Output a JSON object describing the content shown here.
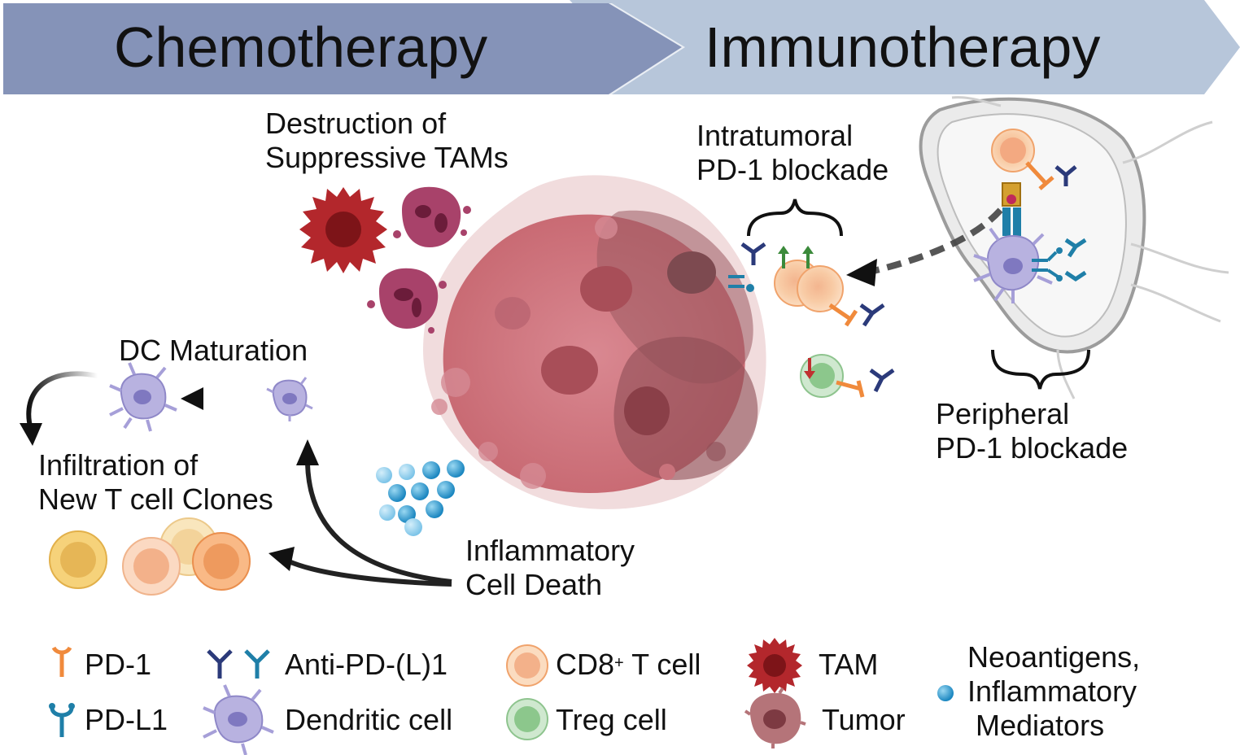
{
  "banner": {
    "chemo_label": "Chemotherapy",
    "immuno_label": "Immunotherapy",
    "chemo_color": "#8593b8",
    "immuno_color": "#b7c6da"
  },
  "labels": {
    "tam_destruction": [
      "Destruction of",
      "Suppressive TAMs"
    ],
    "intratumoral": [
      "Intratumoral",
      "PD-1 blockade"
    ],
    "peripheral": [
      "Peripheral",
      "PD-1 blockade"
    ],
    "dc_maturation": "DC Maturation",
    "infiltration": [
      "Infiltration of",
      "New T cell Clones"
    ],
    "cell_death": [
      "Inflammatory",
      "Cell Death"
    ]
  },
  "legend": {
    "pd1": "PD-1",
    "pdl1": "PD-L1",
    "anti_pd": "Anti-PD-(L)1",
    "dendritic": "Dendritic cell",
    "cd8": "CD8",
    "cd8_sup": "+",
    "cd8_suffix": " T cell",
    "treg": "Treg cell",
    "tam": "TAM",
    "tumor": "Tumor",
    "neo": [
      "Neoantigens,",
      "Inflammatory",
      "Mediators"
    ]
  },
  "colors": {
    "tumor": "#c96b74",
    "tumor_dark": "#8e4d55",
    "tam": "#b3272c",
    "dying_tam": "#a8426a",
    "dendritic": "#b8b2e0",
    "cd8": "#f6c79d",
    "treg": "#a8d5a8",
    "pd1": "#f08a3c",
    "pdl1": "#1f7fa8",
    "anti_pd_dark": "#2b3a7a",
    "neoantigen": "#2b9bd0"
  }
}
